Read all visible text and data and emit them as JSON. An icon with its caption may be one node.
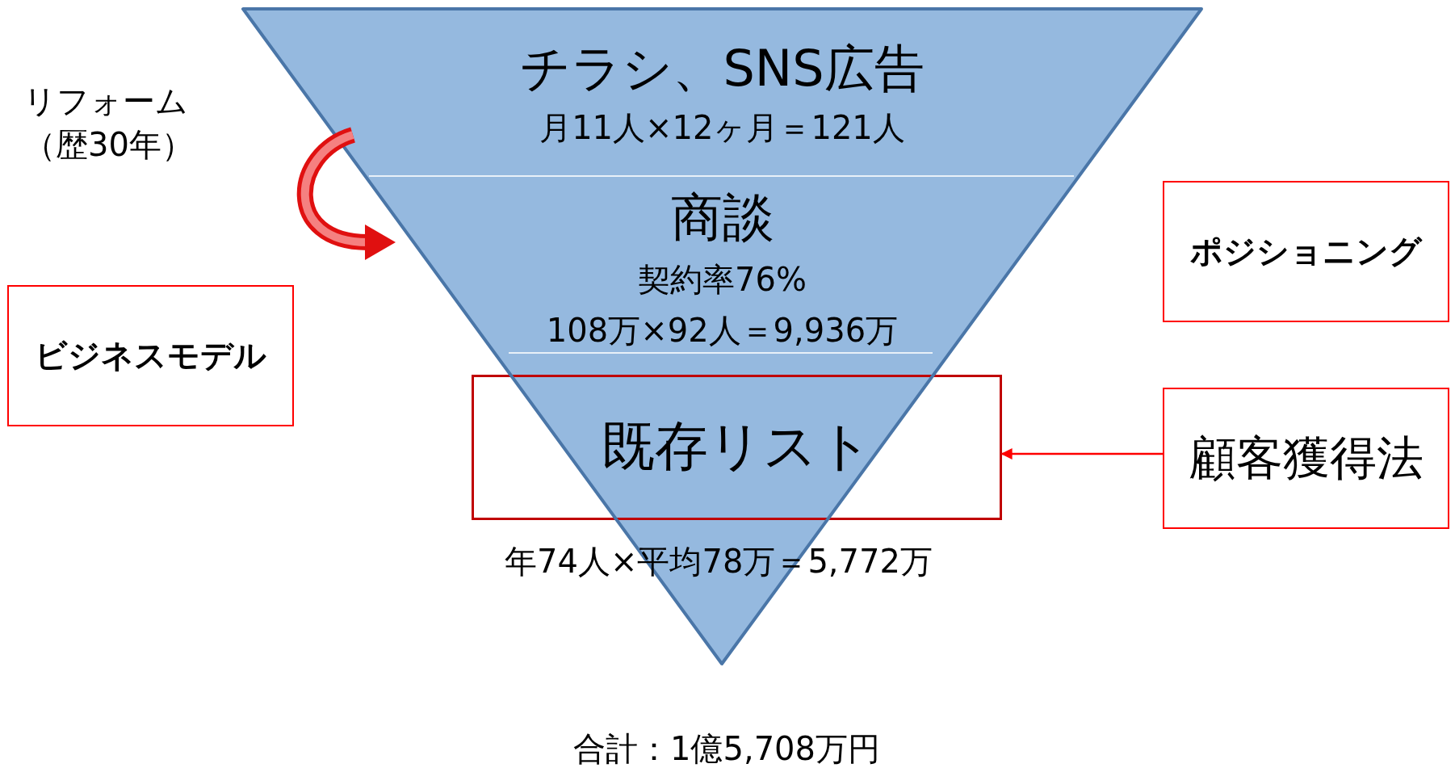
{
  "diagram": {
    "nodes": [
      {
        "text": [
          "チラシ、SNS広告",
          "月11人×12ヶ月＝121人"
        ]
      },
      {
        "text": [
          "商談",
          "契約率76%",
          "108万×92人＝9,936万"
        ]
      },
      {
        "text": [
          "既存リスト"
        ]
      },
      {
        "text": [
          "ビジネスモデル"
        ]
      },
      {
        "text": [
          "ポジショニング"
        ]
      },
      {
        "text": [
          "顧客獲得法"
        ]
      }
    ],
    "edges": [
      {
        "from": 5,
        "to": 2,
        "arrow": "to",
        "color": "#ff0000"
      }
    ],
    "labels": [
      "リフォーム（歴30年）",
      "年74人×平均78万＝5,772万",
      "合計：1億5,708万円"
    ]
  }
}
